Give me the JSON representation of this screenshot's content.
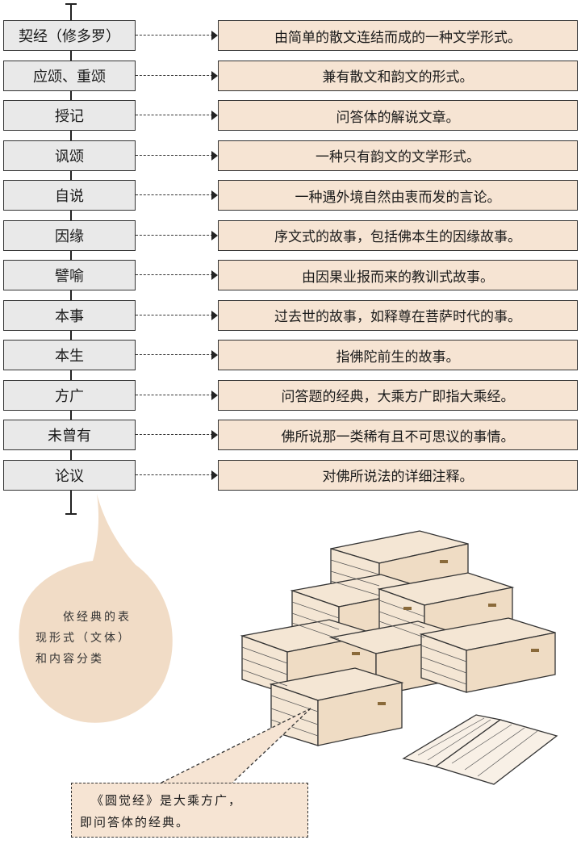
{
  "rows": [
    {
      "term": "契经（修多罗）",
      "desc": "由简单的散文连结而成的一种文学形式。"
    },
    {
      "term": "应颂、重颂",
      "desc": "兼有散文和韵文的形式。"
    },
    {
      "term": "授记",
      "desc": "问答体的解说文章。"
    },
    {
      "term": "讽颂",
      "desc": "一种只有韵文的文学形式。"
    },
    {
      "term": "自说",
      "desc": "一种遇外境自然由衷而发的言论。"
    },
    {
      "term": "因缘",
      "desc": "序文式的故事，包括佛本生的因缘故事。"
    },
    {
      "term": "譬喻",
      "desc": "由因果业报而来的教训式故事。"
    },
    {
      "term": "本事",
      "desc": "过去世的故事，如释尊在菩萨时代的事。"
    },
    {
      "term": "本生",
      "desc": "指佛陀前生的故事。"
    },
    {
      "term": "方广",
      "desc": "问答题的经典，大乘方广即指大乘经。"
    },
    {
      "term": "未曾有",
      "desc": "佛所说那一类稀有且不可思议的事情。"
    },
    {
      "term": "论议",
      "desc": "对佛所说法的详细注释。"
    }
  ],
  "bubble": {
    "line1": "依经典的表",
    "line2": "现形式（文体）",
    "line3": "和内容分类"
  },
  "note": {
    "line1": "《圆觉经》是大乘方广，",
    "line2": "即问答体的经典。"
  },
  "colors": {
    "term_fill": "#e9e9e9",
    "desc_fill": "#f6e4d3",
    "bubble_fill": "#f1dcc6",
    "book_fill": "#f4e6d4",
    "line": "#222222"
  }
}
